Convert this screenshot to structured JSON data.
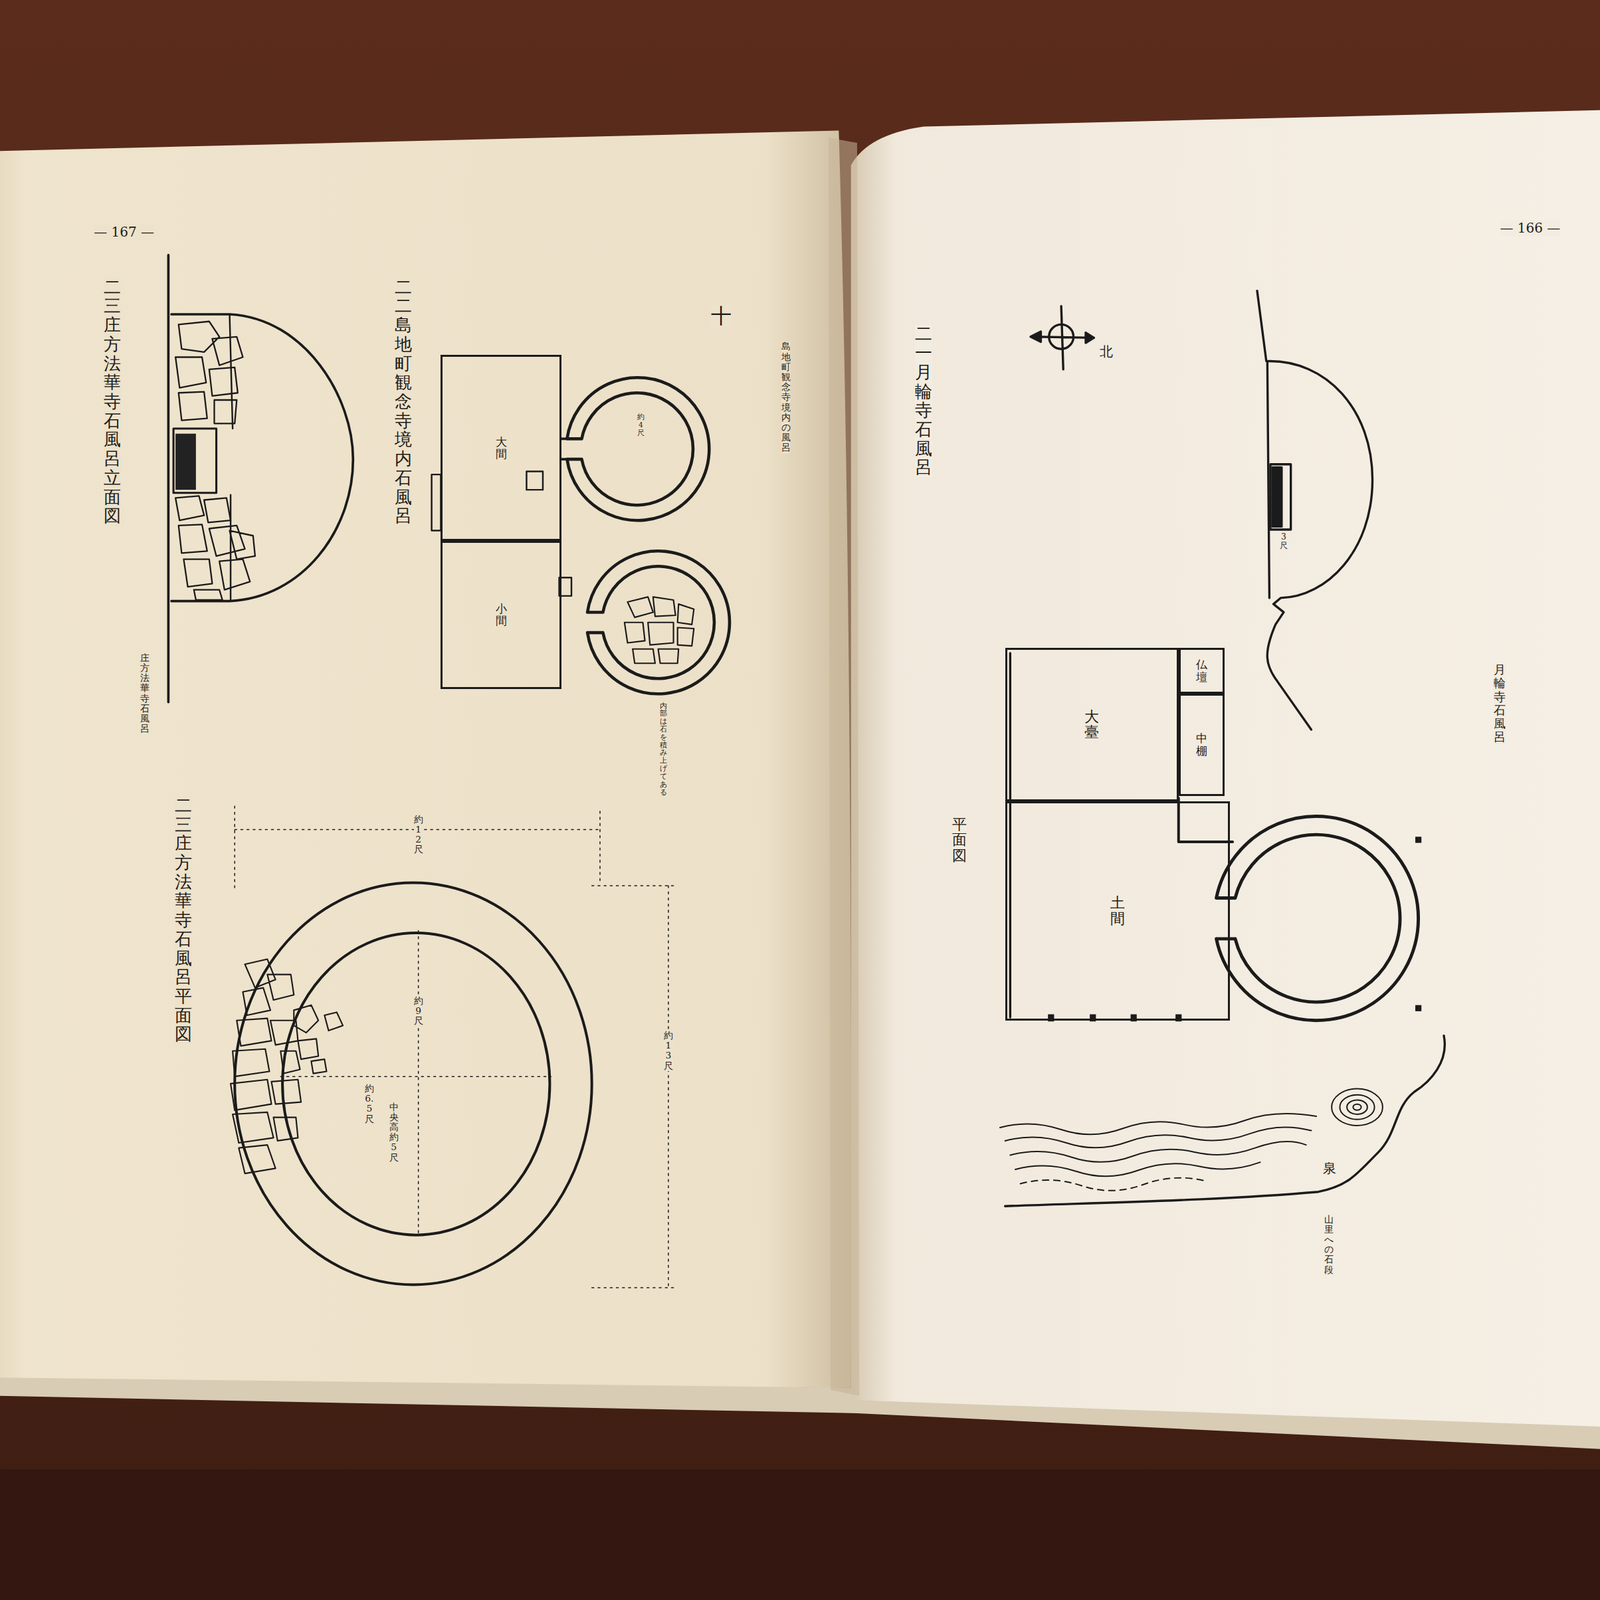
{
  "diagram": {
    "nodes": [
      {
        "text": [
          "大臺"
        ]
      },
      {
        "text": [
          "仏壇"
        ]
      },
      {
        "text": [
          "中棚"
        ]
      },
      {
        "text": [
          "土間"
        ]
      },
      {
        "text": [
          "大間"
        ]
      },
      {
        "text": [
          "小間"
        ]
      },
      {
        "text": [
          "約9尺",
          "約6.5尺",
          "中央高 約5尺"
        ]
      }
    ],
    "labels": [
      "— 166 —",
      "月輪寺石風呂",
      "北",
      "3尺",
      "二一　月輪寺石風呂",
      "平面図",
      "泉",
      "山里への石段",
      "— 167 —",
      "十",
      "島地町 観念寺境内の風呂",
      "約4尺",
      "内部は石を積み上げてある",
      "二二　島地町観念寺境内石風呂",
      "二三　庄方法華寺石風呂立面図",
      "庄方 法華寺石風呂",
      "二三　庄方法華寺石風呂平面図",
      "約12尺",
      "約13尺"
    ]
  }
}
